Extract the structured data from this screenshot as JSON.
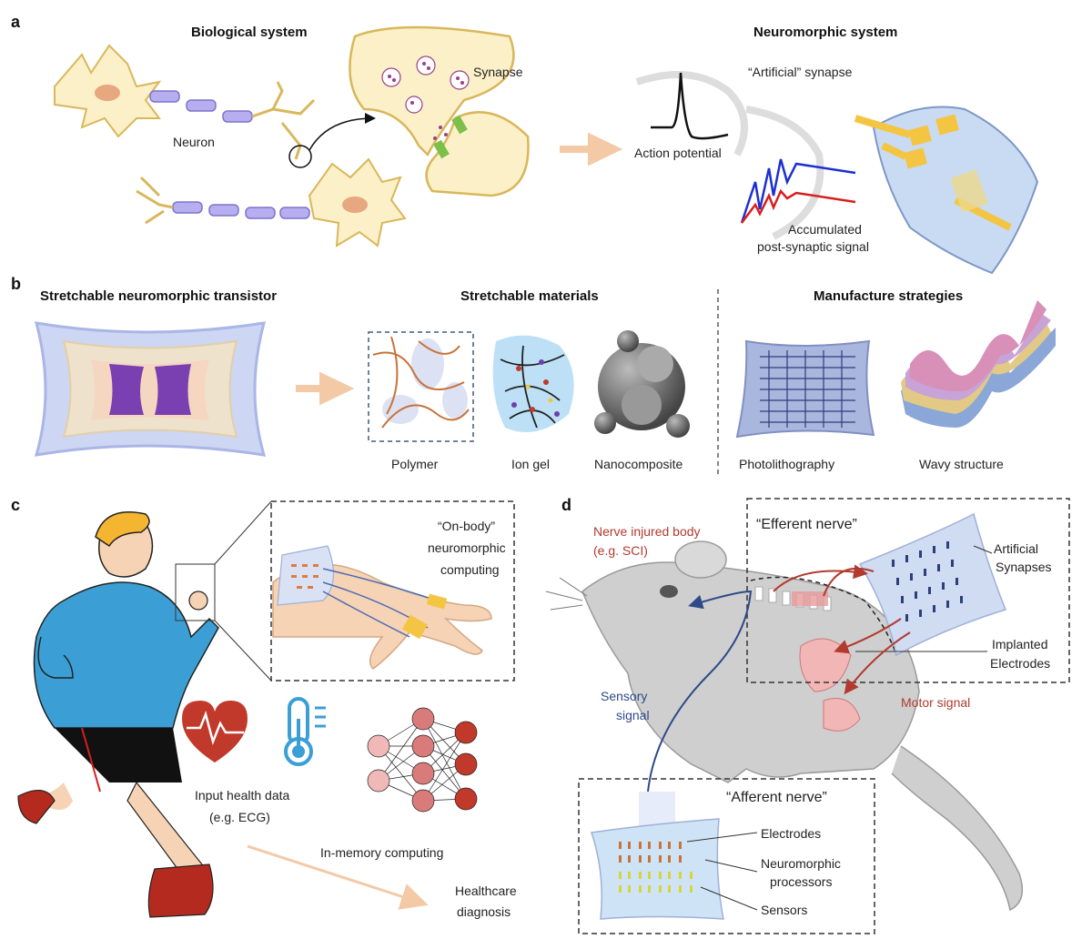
{
  "panel_a": {
    "letter": "a",
    "bio_title": "Biological system",
    "neuro_title": "Neuromorphic system",
    "neuron": "Neuron",
    "synapse": "Synapse",
    "artificial_synapse": "“Artificial” synapse",
    "action_potential": "Action potential",
    "accumulated_1": "Accumulated",
    "accumulated_2": "post-synaptic signal"
  },
  "panel_b": {
    "letter": "b",
    "transistor_title": "Stretchable neuromorphic transistor",
    "materials_title": "Stretchable materials",
    "manufacture_title": "Manufacture strategies",
    "polymer": "Polymer",
    "ion_gel": "Ion gel",
    "nanocomposite": "Nanocomposite",
    "photolithography": "Photolithography",
    "wavy": "Wavy structure"
  },
  "panel_c": {
    "letter": "c",
    "onbody_1": "“On-body”",
    "onbody_2": "neuromorphic",
    "onbody_3": "computing",
    "input_1": "Input health data",
    "input_2": "(e.g. ECG)",
    "inmemory": "In-memory computing",
    "health_1": "Healthcare",
    "health_2": "diagnosis"
  },
  "panel_d": {
    "letter": "d",
    "nerve_1": "Nerve injured body",
    "nerve_2": "(e.g. SCI)",
    "efferent": "“Efferent nerve”",
    "artificial_1": "Artificial",
    "artificial_2": "Synapses",
    "implanted_1": "Implanted",
    "implanted_2": "Electrodes",
    "motor": "Motor signal",
    "sensory_1": "Sensory",
    "sensory_2": "signal",
    "afferent": "“Afferent nerve”",
    "electrodes": "Electrodes",
    "neuro_proc_1": "Neuromorphic",
    "neuro_proc_2": "processors",
    "sensors": "Sensors"
  },
  "colors": {
    "neuron_fill": "#fbf0c8",
    "neuron_stroke": "#d9b75a",
    "axon": "#9b8fd1",
    "accent_arrow": "#f3c9a6",
    "signal_blue": "#1c2fd1",
    "signal_red": "#d81e1e",
    "motor_red": "#b23a2e",
    "sensory_blue": "#2d4a8a",
    "skin": "#f6d3b4",
    "hoodie": "#3b9fd6",
    "heart": "#c0392b",
    "node_red": "#c0392b",
    "node_pink": "#f1b8b8"
  }
}
